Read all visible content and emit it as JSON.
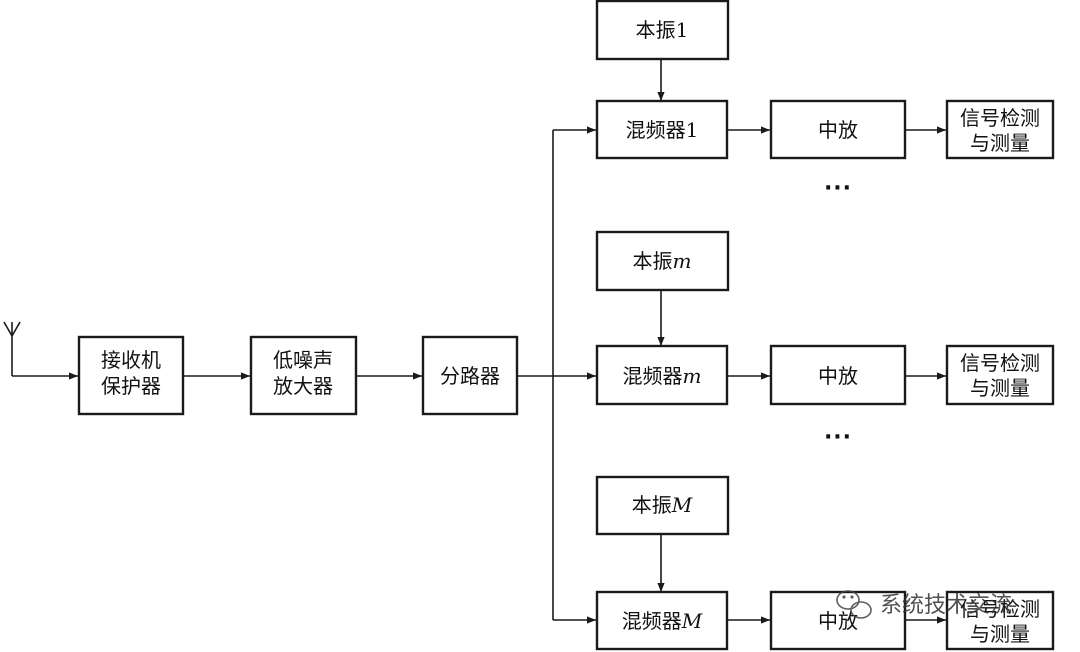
{
  "diagram": {
    "blocks": {
      "receiver_protector": [
        "接收机",
        "保护器"
      ],
      "lna": [
        "低噪声",
        "放大器"
      ],
      "splitter": "分路器"
    },
    "channels": [
      {
        "lo_prefix": "本振",
        "lo_index": "1",
        "mixer_prefix": "混频器",
        "mixer_index": "1",
        "if_label": "中放",
        "detect_lines": [
          "信号检测",
          "与测量"
        ]
      },
      {
        "lo_prefix": "本振",
        "lo_index": "m",
        "mixer_prefix": "混频器",
        "mixer_index": "m",
        "if_label": "中放",
        "detect_lines": [
          "信号检测",
          "与测量"
        ]
      },
      {
        "lo_prefix": "本振",
        "lo_index": "M",
        "mixer_prefix": "混频器",
        "mixer_index": "M",
        "if_label": "中放",
        "detect_lines": [
          "信号检测",
          "与测量"
        ]
      }
    ],
    "ellipsis": "···"
  },
  "watermark": {
    "text": "系统技术交流",
    "icon": "wechat-icon"
  }
}
